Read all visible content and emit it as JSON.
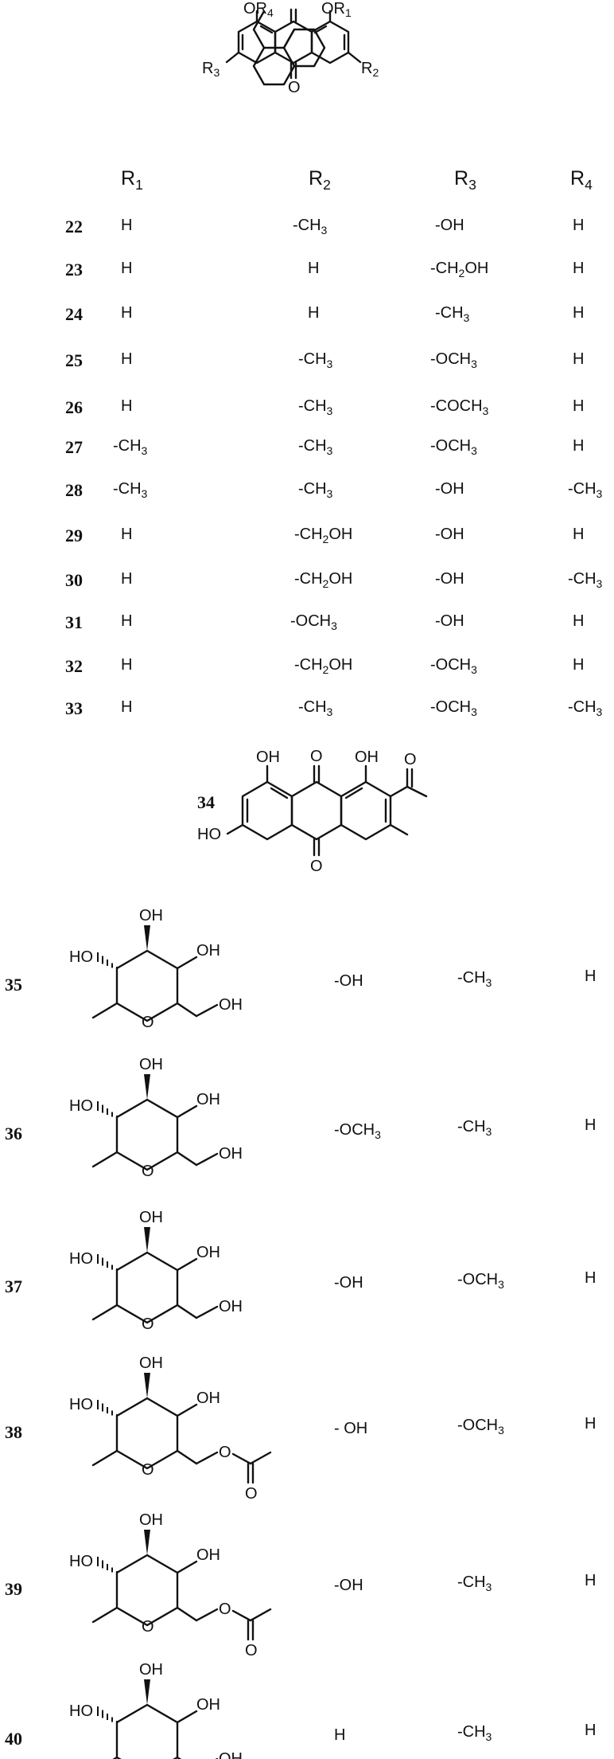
{
  "core": {
    "labels": {
      "or4": "OR4",
      "or1": "OR1",
      "r3": "R3",
      "r2": "R2",
      "o": "O"
    }
  },
  "table": {
    "headers": [
      "R1",
      "R2",
      "R3",
      "R4"
    ],
    "rows": [
      {
        "id": "22",
        "r1": "H",
        "r2": "-CH3",
        "r3": "-OH",
        "r4": "H"
      },
      {
        "id": "23",
        "r1": "H",
        "r2": "H",
        "r3": "-CH2OH",
        "r4": "H"
      },
      {
        "id": "24",
        "r1": "H",
        "r2": "H",
        "r3": "-CH3",
        "r4": "H"
      },
      {
        "id": "25",
        "r1": "H",
        "r2": "-CH3",
        "r3": "-OCH3",
        "r4": "H"
      },
      {
        "id": "26",
        "r1": "H",
        "r2": "-CH3",
        "r3": "-COCH3",
        "r4": "H"
      },
      {
        "id": "27",
        "r1": "-CH3",
        "r2": "-CH3",
        "r3": "-OCH3",
        "r4": "H"
      },
      {
        "id": "28",
        "r1": "-CH3",
        "r2": "-CH3",
        "r3": "-OH",
        "r4": "-CH3"
      },
      {
        "id": "29",
        "r1": "H",
        "r2": "-CH2OH",
        "r3": "-OH",
        "r4": "H"
      },
      {
        "id": "30",
        "r1": "H",
        "r2": "-CH2OH",
        "r3": "-OH",
        "r4": "-CH3"
      },
      {
        "id": "31",
        "r1": "H",
        "r2": "-OCH3",
        "r3": "-OH",
        "r4": "H"
      },
      {
        "id": "32",
        "r1": "H",
        "r2": "-CH2OH",
        "r3": "-OCH3",
        "r4": "H"
      },
      {
        "id": "33",
        "r1": "H",
        "r2": "-CH3",
        "r3": "-OCH3",
        "r4": "-CH3"
      }
    ]
  },
  "compound34": {
    "id": "34",
    "labels": {
      "oh_left": "OH",
      "oh_right": "OH",
      "o_top": "O",
      "o_bottom": "O",
      "o_acetyl": "O",
      "ho": "HO"
    }
  },
  "sugars": {
    "ring_labels": {
      "oh_top": "OH",
      "ho_left": "HO",
      "oh_right": "OH",
      "o_ring": "O",
      "oh_tail": "OH",
      "o_ester": "O",
      "o_carbonyl": "O"
    },
    "rows": [
      {
        "id": "35",
        "col_a": "-OH",
        "col_b": "-CH3",
        "col_c": "H",
        "acetyl": false
      },
      {
        "id": "36",
        "col_a": "-OCH3",
        "col_b": "-CH3",
        "col_c": "H",
        "acetyl": false
      },
      {
        "id": "37",
        "col_a": "-OH",
        "col_b": "-OCH3",
        "col_c": "H",
        "acetyl": false
      },
      {
        "id": "38",
        "col_a": "- OH",
        "col_b": "-OCH3",
        "col_c": "H",
        "acetyl": true
      },
      {
        "id": "39",
        "col_a": "-OH",
        "col_b": "-CH3",
        "col_c": "H",
        "acetyl": true
      },
      {
        "id": "40",
        "col_a": "H",
        "col_b": "-CH3",
        "col_c": "H",
        "acetyl": false
      }
    ]
  }
}
